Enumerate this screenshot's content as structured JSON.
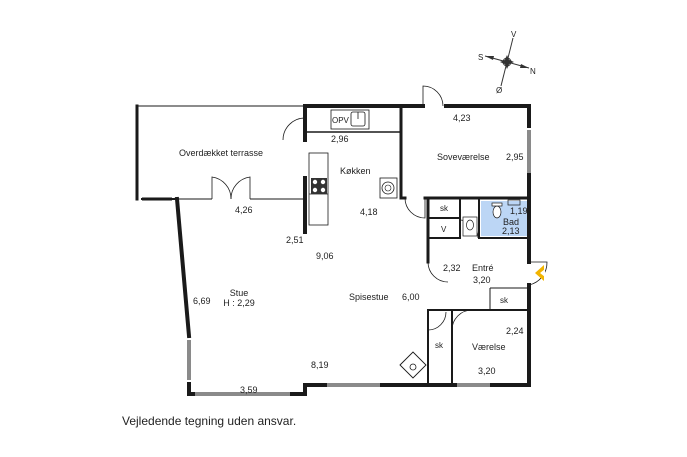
{
  "rooms": {
    "terrace": "Overdækket terrasse",
    "kitchen": "Køkken",
    "bedroom": "Soveværelse",
    "living": "Stue",
    "living_height": "H : 2,29",
    "dining": "Spisestue",
    "entrance": "Entré",
    "bath": "Bad",
    "room": "Værelse"
  },
  "dimensions": {
    "terrace_width": "4,26",
    "kitchen_width": "2,96",
    "kitchen_depth": "4,18",
    "bedroom_width": "4,23",
    "bedroom_depth": "2,95",
    "bath_width": "1,19",
    "bath_depth": "2,13",
    "living_a": "2,51",
    "living_b": "9,06",
    "living_depth": "6,69",
    "living_window": "3,59",
    "dining_depth": "6,00",
    "total_width": "8,19",
    "entrance_a": "2,32",
    "entrance_b": "3,20",
    "room_depth": "2,24",
    "room_width": "3,20"
  },
  "fixtures": {
    "opv": "OPV",
    "closet": "sk",
    "ventilation": "V"
  },
  "compass": {
    "s": "S",
    "n": "N",
    "v": "V",
    "o": "Ø"
  },
  "disclaimer": "Vejledende tegning uden ansvar.",
  "colors": {
    "bath_fill": "#bcd6f5",
    "entrance_arrow": "#f2b400",
    "window": "#8a8a8a",
    "wall": "#1a1a1a"
  }
}
